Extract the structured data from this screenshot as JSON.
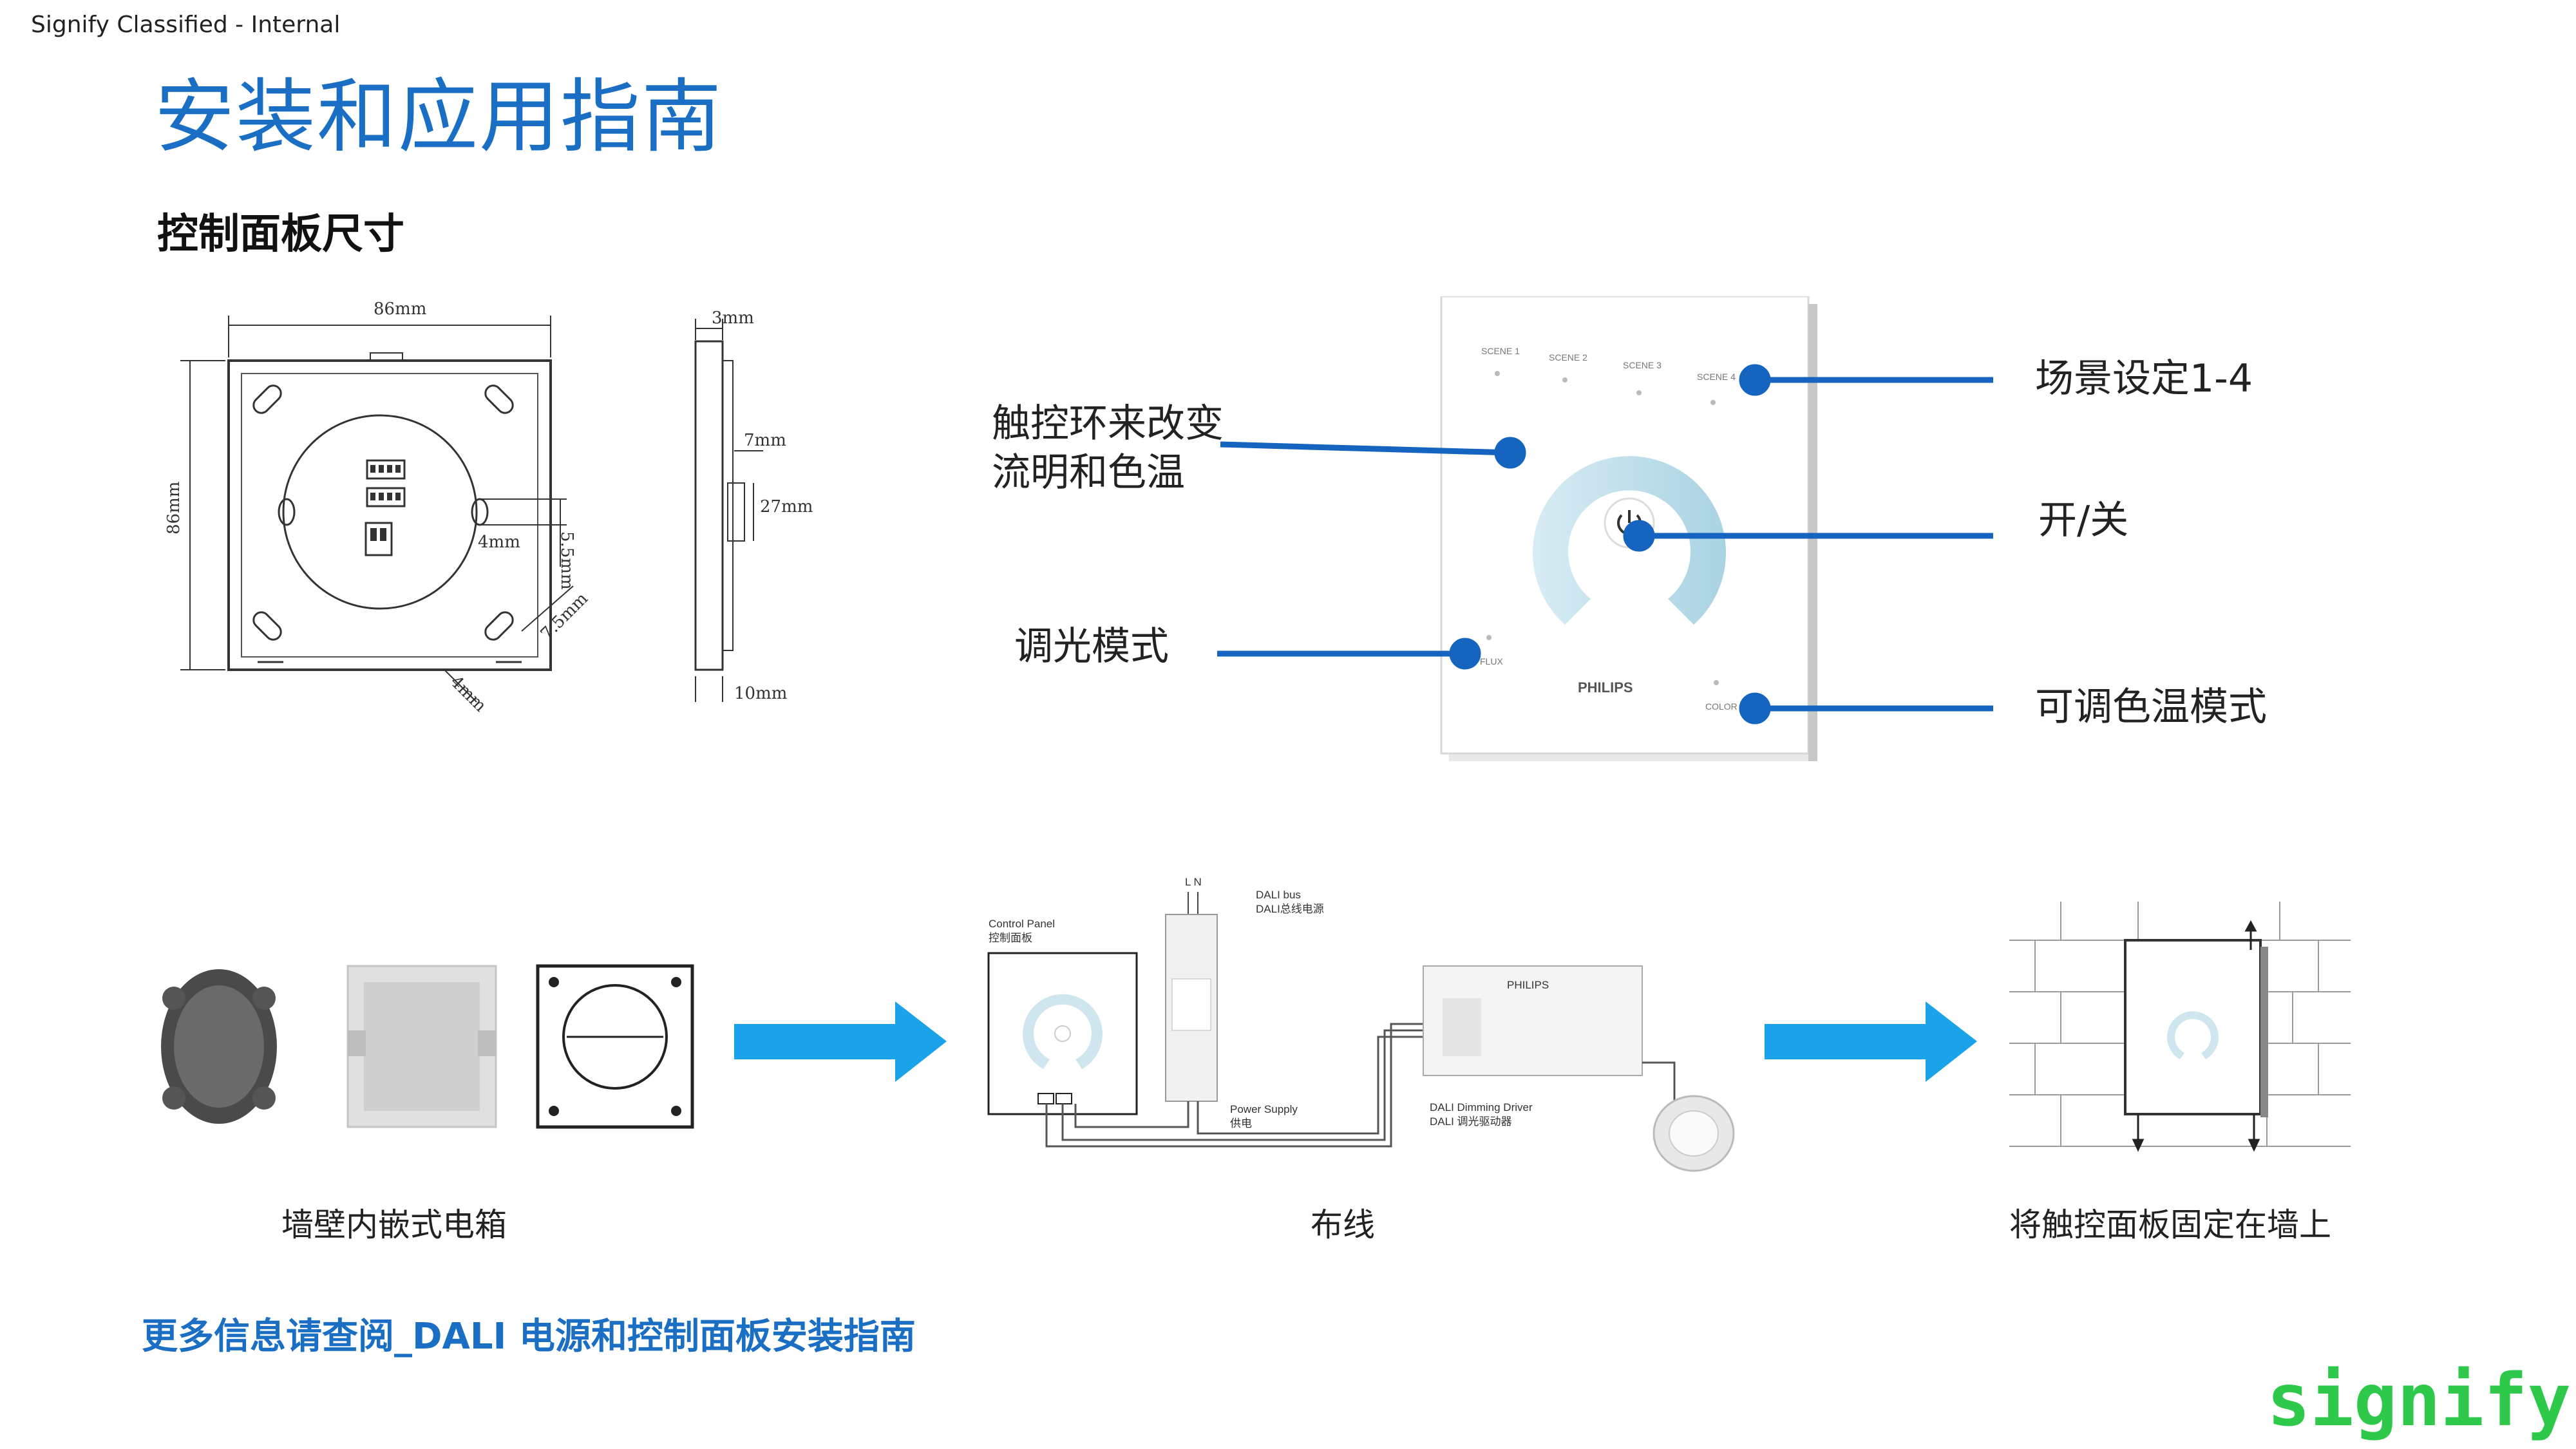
{
  "header": {
    "classification": "Signify Classified - Internal",
    "title": "安装和应用指南",
    "subtitle": "控制面板尺寸"
  },
  "dimensions": {
    "width": "86mm",
    "height": "86mm",
    "thickness": "3mm",
    "d7": "7mm",
    "d27": "27mm",
    "d4a": "4mm",
    "d55": "5.5mm",
    "d75": "7.5mm",
    "d4b": "4mm",
    "d10": "10mm"
  },
  "panel": {
    "scene_labels": [
      "SCENE 1",
      "SCENE 2",
      "SCENE 3",
      "SCENE 4"
    ],
    "flux_label": "FLUX",
    "color_label": "COLOR",
    "brand": "PHILIPS"
  },
  "callouts": {
    "ring_line1": "触控环来改变",
    "ring_line2": "流明和色温",
    "dimming_mode": "调光模式",
    "scene_setting": "场景设定1-4",
    "on_off": "开/关",
    "cct_mode": "可调色温模式"
  },
  "wiring": {
    "control_panel_en": "Control Panel",
    "control_panel_cn": "控制面板",
    "dali_bus_en": "DALI bus",
    "dali_bus_cn": "DALI总线电源",
    "ln": "L N",
    "power_supply_en": "Power Supply",
    "power_supply_cn": "供电",
    "driver_en": "DALI Dimming Driver",
    "driver_cn": "DALI 调光驱动器",
    "driver_brand": "PHILIPS"
  },
  "captions": {
    "wallbox": "墙壁内嵌式电箱",
    "wiring": "布线",
    "mount": "将触控面板固定在墙上"
  },
  "footer": {
    "more_info": "更多信息请查阅_DALI 电源和控制面板安装指南",
    "logo": "signify"
  },
  "colors": {
    "accent_blue": "#1a6fc4",
    "callout_blue": "#1565c0",
    "arrow_blue": "#1aa3e8",
    "logo_green": "#2ec84a"
  }
}
